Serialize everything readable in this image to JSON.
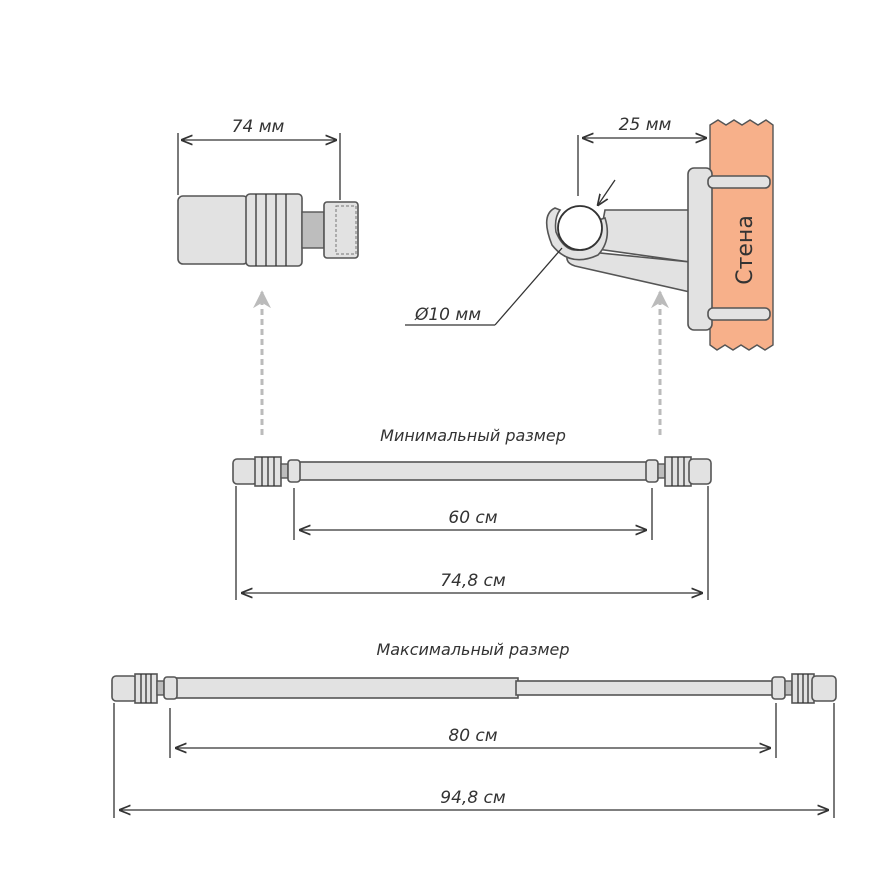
{
  "finial": {
    "width_label": "74 мм"
  },
  "bracket": {
    "offset_label": "25 мм",
    "diameter_label": "Ø10 мм",
    "wall_label": "Стена",
    "wall_color": "#f7b08a"
  },
  "min_size": {
    "title": "Минимальный размер",
    "inner_label": "60 см",
    "outer_label": "74,8 см"
  },
  "max_size": {
    "title": "Максимальный размер",
    "inner_label": "80 см",
    "outer_label": "94,8 см"
  }
}
